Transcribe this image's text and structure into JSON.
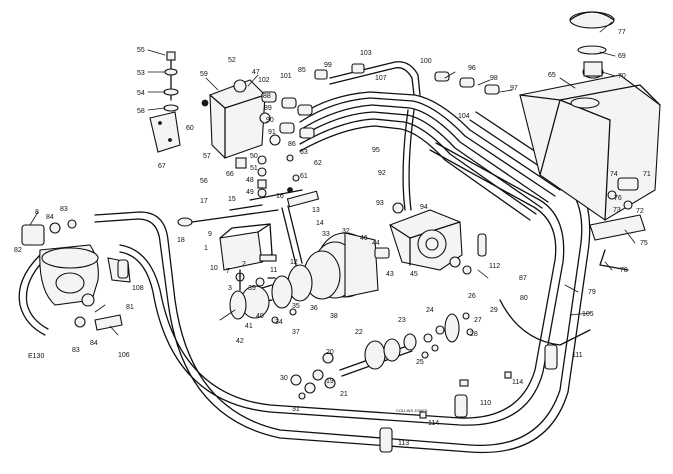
{
  "diagram": {
    "callouts": [
      {
        "id": "c55",
        "text": "55"
      },
      {
        "id": "c53",
        "text": "53"
      },
      {
        "id": "c54",
        "text": "54"
      },
      {
        "id": "c58",
        "text": "58"
      },
      {
        "id": "c67",
        "text": "67"
      },
      {
        "id": "c59",
        "text": "59"
      },
      {
        "id": "c52",
        "text": "52"
      },
      {
        "id": "c47",
        "text": "47"
      },
      {
        "id": "c60",
        "text": "60"
      },
      {
        "id": "c57",
        "text": "57"
      },
      {
        "id": "c56",
        "text": "56"
      },
      {
        "id": "c66",
        "text": "66"
      },
      {
        "id": "c102",
        "text": "102"
      },
      {
        "id": "c101",
        "text": "101"
      },
      {
        "id": "c85",
        "text": "85"
      },
      {
        "id": "c99",
        "text": "99"
      },
      {
        "id": "c103",
        "text": "103"
      },
      {
        "id": "c107",
        "text": "107"
      },
      {
        "id": "c100",
        "text": "100"
      },
      {
        "id": "c96",
        "text": "96"
      },
      {
        "id": "c98",
        "text": "98"
      },
      {
        "id": "c97",
        "text": "97"
      },
      {
        "id": "c88",
        "text": "88"
      },
      {
        "id": "c89",
        "text": "89"
      },
      {
        "id": "c90",
        "text": "90"
      },
      {
        "id": "c91",
        "text": "91"
      },
      {
        "id": "c86",
        "text": "86"
      },
      {
        "id": "c63",
        "text": "63"
      },
      {
        "id": "c62",
        "text": "62"
      },
      {
        "id": "c50",
        "text": "50"
      },
      {
        "id": "c51",
        "text": "51"
      },
      {
        "id": "c61",
        "text": "61"
      },
      {
        "id": "c48",
        "text": "48"
      },
      {
        "id": "c49",
        "text": "49"
      },
      {
        "id": "c17",
        "text": "17"
      },
      {
        "id": "c15",
        "text": "15"
      },
      {
        "id": "c16",
        "text": "16"
      },
      {
        "id": "c13",
        "text": "13"
      },
      {
        "id": "c14",
        "text": "14"
      },
      {
        "id": "c18",
        "text": "18"
      },
      {
        "id": "c9",
        "text": "9"
      },
      {
        "id": "c1",
        "text": "1"
      },
      {
        "id": "c10",
        "text": "10"
      },
      {
        "id": "c7",
        "text": "7"
      },
      {
        "id": "c2",
        "text": "2"
      },
      {
        "id": "c3",
        "text": "3"
      },
      {
        "id": "c11",
        "text": "11"
      },
      {
        "id": "c12",
        "text": "12"
      },
      {
        "id": "c33",
        "text": "33"
      },
      {
        "id": "c32",
        "text": "32"
      },
      {
        "id": "c36",
        "text": "36"
      },
      {
        "id": "c35",
        "text": "35"
      },
      {
        "id": "c34",
        "text": "34"
      },
      {
        "id": "c37",
        "text": "37"
      },
      {
        "id": "c38",
        "text": "38"
      },
      {
        "id": "c39",
        "text": "39"
      },
      {
        "id": "c40",
        "text": "40"
      },
      {
        "id": "c41",
        "text": "41"
      },
      {
        "id": "c42",
        "text": "42"
      },
      {
        "id": "c46",
        "text": "46"
      },
      {
        "id": "c44",
        "text": "44"
      },
      {
        "id": "c43",
        "text": "43"
      },
      {
        "id": "c45",
        "text": "45"
      },
      {
        "id": "c93",
        "text": "93"
      },
      {
        "id": "c92",
        "text": "92"
      },
      {
        "id": "c95",
        "text": "95"
      },
      {
        "id": "c94",
        "text": "94"
      },
      {
        "id": "c104",
        "text": "104"
      },
      {
        "id": "c105",
        "text": "105"
      },
      {
        "id": "c80",
        "text": "80"
      },
      {
        "id": "c87",
        "text": "87"
      },
      {
        "id": "c112",
        "text": "112"
      },
      {
        "id": "c79",
        "text": "79"
      },
      {
        "id": "c78",
        "text": "78"
      },
      {
        "id": "c75",
        "text": "75"
      },
      {
        "id": "c74",
        "text": "74"
      },
      {
        "id": "c71",
        "text": "71"
      },
      {
        "id": "c73",
        "text": "73"
      },
      {
        "id": "c72",
        "text": "72"
      },
      {
        "id": "c76",
        "text": "76"
      },
      {
        "id": "c65",
        "text": "65"
      },
      {
        "id": "c77",
        "text": "77"
      },
      {
        "id": "c69",
        "text": "69"
      },
      {
        "id": "c70",
        "text": "70"
      },
      {
        "id": "c8",
        "text": "8"
      },
      {
        "id": "c84",
        "text": "84"
      },
      {
        "id": "c83",
        "text": "83"
      },
      {
        "id": "c82",
        "text": "82"
      },
      {
        "id": "c81",
        "text": "81"
      },
      {
        "id": "c106",
        "text": "106"
      },
      {
        "id": "c83b",
        "text": "83"
      },
      {
        "id": "c84b",
        "text": "84"
      },
      {
        "id": "c108",
        "text": "108"
      },
      {
        "id": "cE130",
        "text": "E130"
      },
      {
        "id": "c22",
        "text": "22"
      },
      {
        "id": "c23",
        "text": "23"
      },
      {
        "id": "c24",
        "text": "24"
      },
      {
        "id": "c25",
        "text": "25"
      },
      {
        "id": "c26",
        "text": "26"
      },
      {
        "id": "c27",
        "text": "27"
      },
      {
        "id": "c28",
        "text": "28"
      },
      {
        "id": "c29",
        "text": "29"
      },
      {
        "id": "c30",
        "text": "30"
      },
      {
        "id": "c31",
        "text": "31"
      },
      {
        "id": "c20",
        "text": "20"
      },
      {
        "id": "c19",
        "text": "19"
      },
      {
        "id": "c21",
        "text": "21"
      },
      {
        "id": "c110",
        "text": "110"
      },
      {
        "id": "c111",
        "text": "111"
      },
      {
        "id": "c113",
        "text": "113"
      },
      {
        "id": "c114",
        "text": "114"
      },
      {
        "id": "c114b",
        "text": "114"
      }
    ],
    "artist_credit": "COLLINS JONES"
  }
}
